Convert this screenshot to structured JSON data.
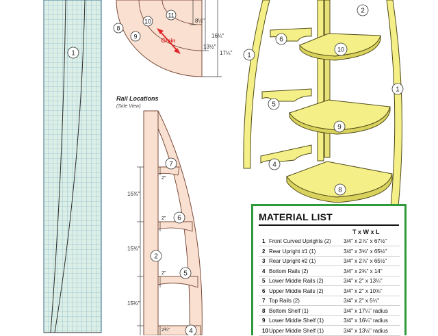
{
  "labels": {
    "rail_locations": "Rail Locations",
    "side_view": "(Side View)",
    "grain": "Grain"
  },
  "callouts": {
    "c1": "1",
    "c2": "2",
    "c4": "4",
    "c5": "5",
    "c6": "6",
    "c7": "7",
    "c8": "8",
    "c9": "9",
    "c10": "10",
    "c11": "11"
  },
  "dimensions": {
    "d8_5": "8½\"",
    "d16_25": "16¼\"",
    "d13_5": "13½\"",
    "d17_25": "17¼\"",
    "spacing": "15¾\"",
    "two_in": "2\"",
    "bottom_gap": "2¾\""
  },
  "material_list": {
    "title": "MATERIAL LIST",
    "header": "T x W x L",
    "items": [
      {
        "num": "1",
        "name": "Front Curved Uprights (2)",
        "dims": "3/4\" x 2⅞\" x 67½\""
      },
      {
        "num": "2",
        "name": "Rear Upright #1 (1)",
        "dims": "3/4\" x 3⅝\" x 65½\""
      },
      {
        "num": "3",
        "name": "Rear Upright #2 (1)",
        "dims": "3/4\" x 2⅞\" x 65½\""
      },
      {
        "num": "4",
        "name": "Bottom Rails (2)",
        "dims": "3/4\" x 2¾\" x 14\""
      },
      {
        "num": "5",
        "name": "Lower Middle Rails (2)",
        "dims": "3/4\" x 2\" x 13¼\""
      },
      {
        "num": "6",
        "name": "Upper Middle Rails (2)",
        "dims": "3/4\" x 2\" x 10⅝\""
      },
      {
        "num": "7",
        "name": "Top Rails (2)",
        "dims": "3/4\" x 2\" x 5¼\""
      },
      {
        "num": "8",
        "name": "Bottom Shelf (1)",
        "dims": "3/4\" x 17¼\" radius"
      },
      {
        "num": "9",
        "name": "Lower Middle Shelf (1)",
        "dims": "3/4\" x 16¼\" radius"
      },
      {
        "num": "10",
        "name": "Upper Middle Shelf (1)",
        "dims": "3/4\" x 13½\" radius"
      }
    ]
  },
  "colors": {
    "grid_bg": "#dcefe6",
    "grid_line": "#6aa6c8",
    "wood_yellow": "#f4ef86",
    "wood_outline": "#4f4a18",
    "pink_wood": "#f9e0d0",
    "pink_outline": "#7a4a3a",
    "grain_red": "#e0262a",
    "list_border": "#2e9a3c"
  }
}
